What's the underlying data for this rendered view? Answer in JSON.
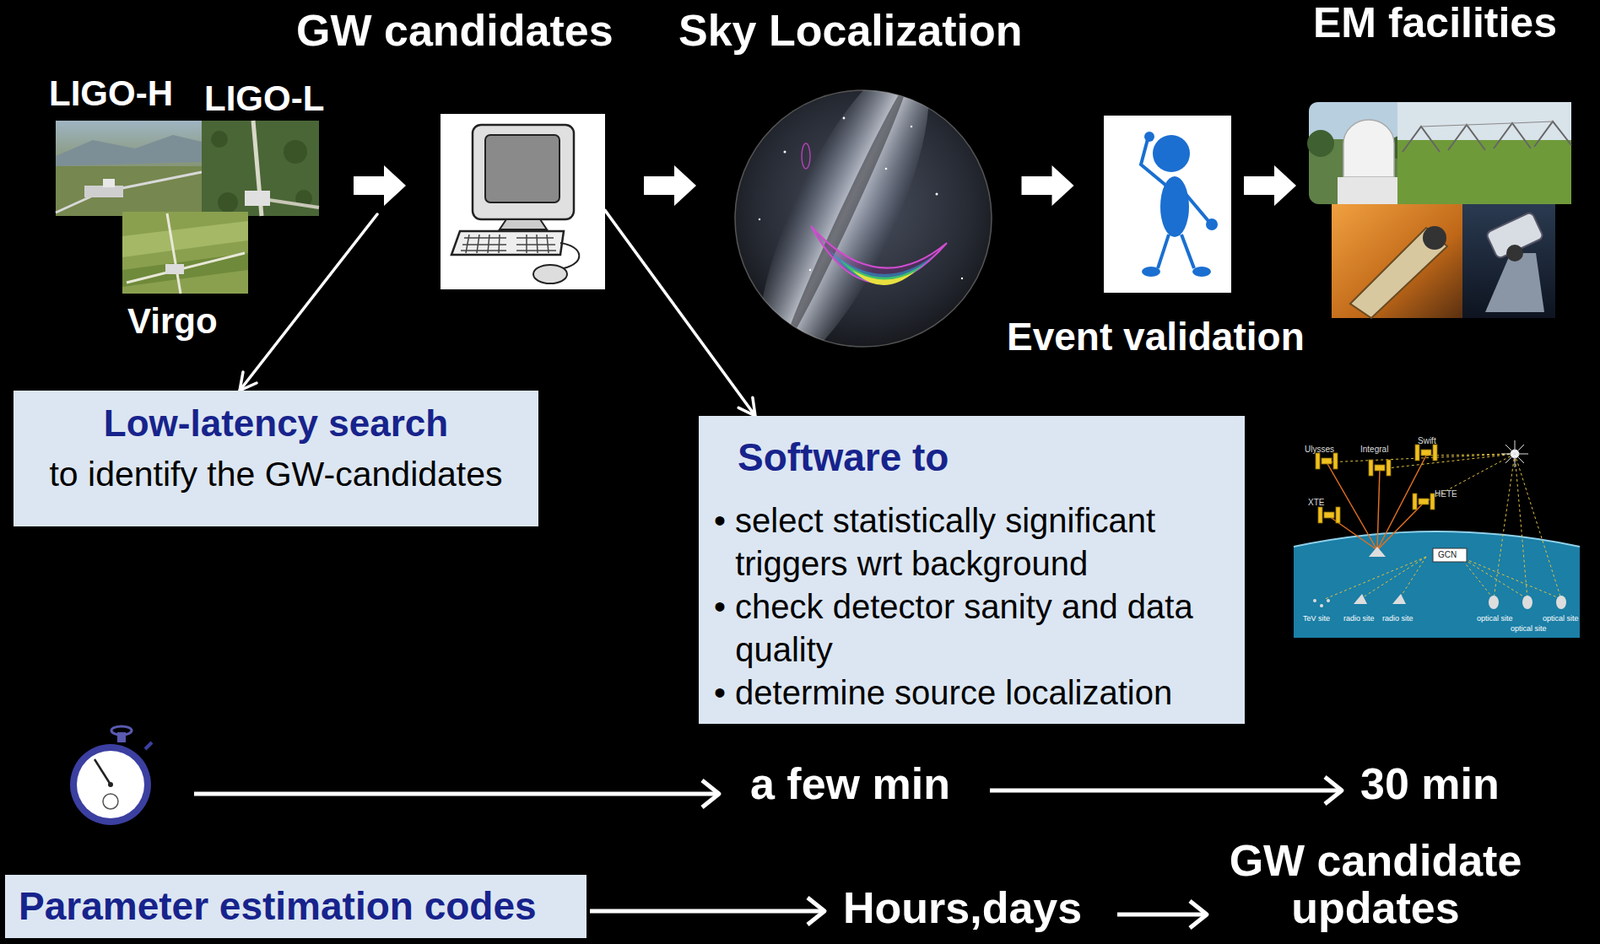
{
  "diagram": {
    "nodes": [
      {
        "text": [
          "LIGO-H",
          "LIGO-L",
          "Virgo"
        ]
      },
      {
        "text": [
          "GW candidates"
        ]
      },
      {
        "text": [
          "Sky Localization"
        ]
      },
      {
        "text": [
          "Event validation"
        ]
      },
      {
        "text": [
          "EM facilities"
        ]
      },
      {
        "text": [
          "Low-latency search",
          "to identify the GW-candidates"
        ]
      },
      {
        "text": [
          "Software to",
          "• select statistically significant triggers wrt background",
          "• check detector sanity and data quality",
          "• determine source localization"
        ]
      },
      {
        "text": [
          "Parameter estimation codes"
        ]
      }
    ],
    "edges": [
      {
        "from": 0,
        "to": 1,
        "arrow": "to"
      },
      {
        "from": 1,
        "to": 2,
        "arrow": "to"
      },
      {
        "from": 2,
        "to": 3,
        "arrow": "to"
      },
      {
        "from": 3,
        "to": 4,
        "arrow": "to"
      },
      {
        "from": 1,
        "to": 6,
        "arrow": "to"
      }
    ],
    "labels": [
      "Ulysses",
      "Integral",
      "Swift",
      "HETE",
      "XTE",
      "GCN",
      "TeV site",
      "radio site",
      "radio site",
      "optical site",
      "optical site",
      "optical site",
      "a few min",
      "30 min",
      "Hours,days",
      "GW candidate updates"
    ]
  }
}
